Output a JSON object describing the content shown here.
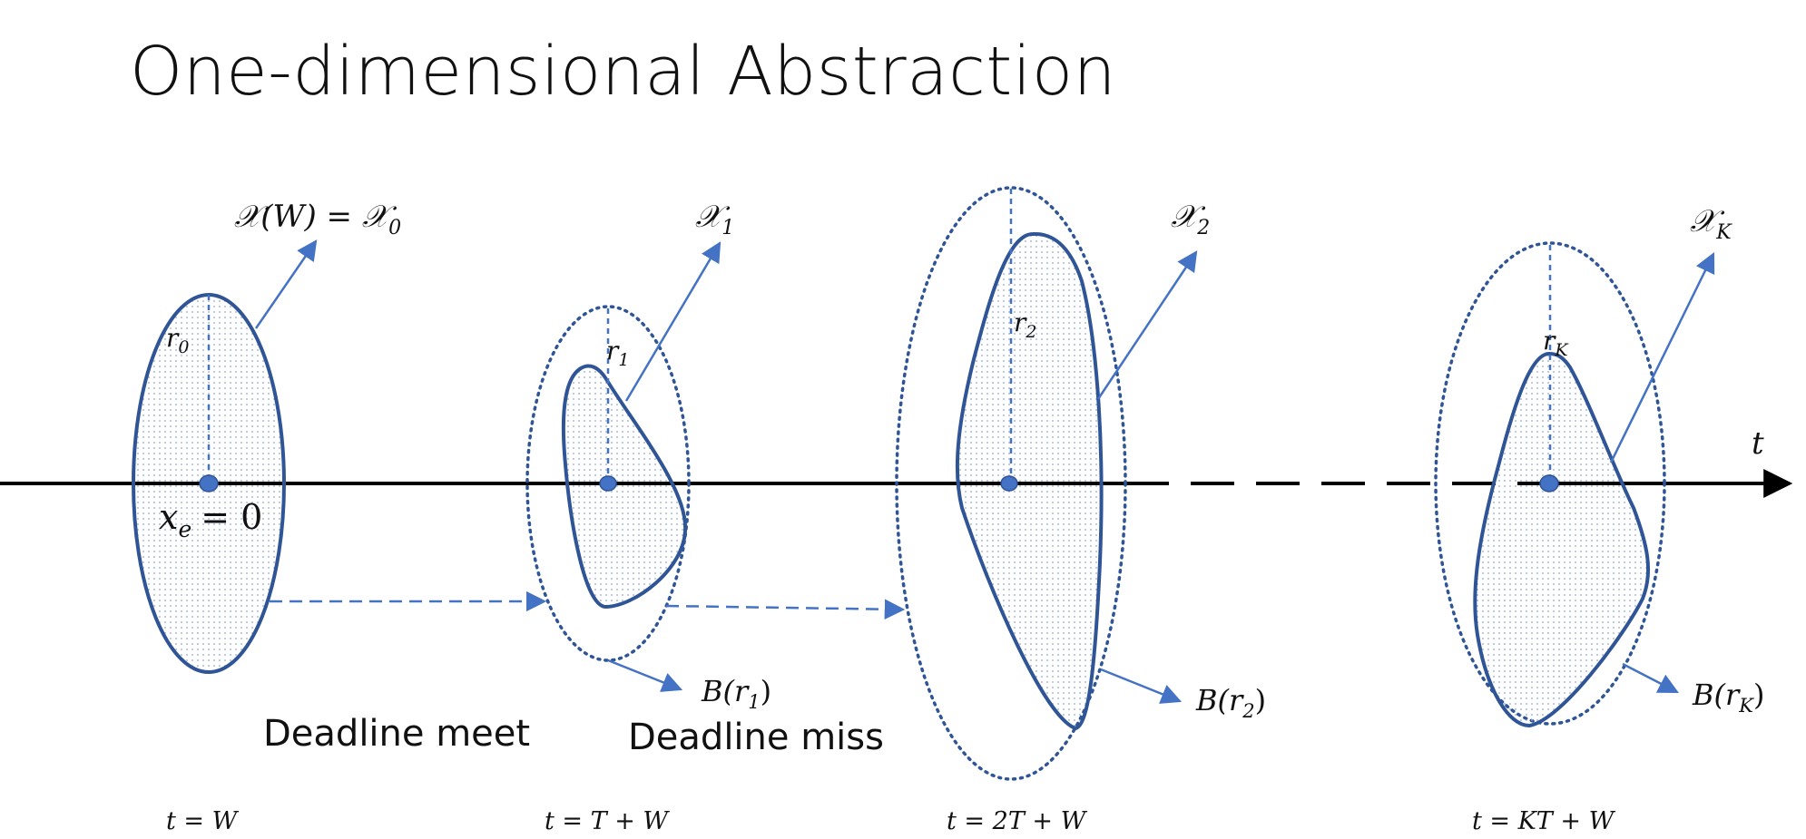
{
  "slide": {
    "title": "One-dimensional Abstraction"
  },
  "diagram": {
    "axis_label": "t",
    "origin_label": "x",
    "origin_sub": "e",
    "origin_eq": "= 0",
    "sets": [
      {
        "set_name": "𝒳(W) = 𝒳",
        "set_sub": "0",
        "radius": "r",
        "radius_sub": "0",
        "time": "t = W"
      },
      {
        "set_name": "𝒳",
        "set_sub": "1",
        "radius": "r",
        "radius_sub": "1",
        "ball": "B(r",
        "ball_sub": "1",
        "time": "t = T + W"
      },
      {
        "set_name": "𝒳",
        "set_sub": "2",
        "radius": "r",
        "radius_sub": "2",
        "ball": "B(r",
        "ball_sub": "2",
        "time": "t = 2T + W"
      },
      {
        "set_name": "𝒳",
        "set_sub": "K",
        "radius": "r",
        "radius_sub": "K",
        "ball": "B(r",
        "ball_sub": "K",
        "time": "t = KT + W"
      }
    ],
    "annotations": {
      "meet": "Deadline meet",
      "miss": "Deadline miss"
    },
    "colors": {
      "set_outline": "#2f5597",
      "arrow": "#4472c4",
      "axis": "#000000"
    }
  }
}
